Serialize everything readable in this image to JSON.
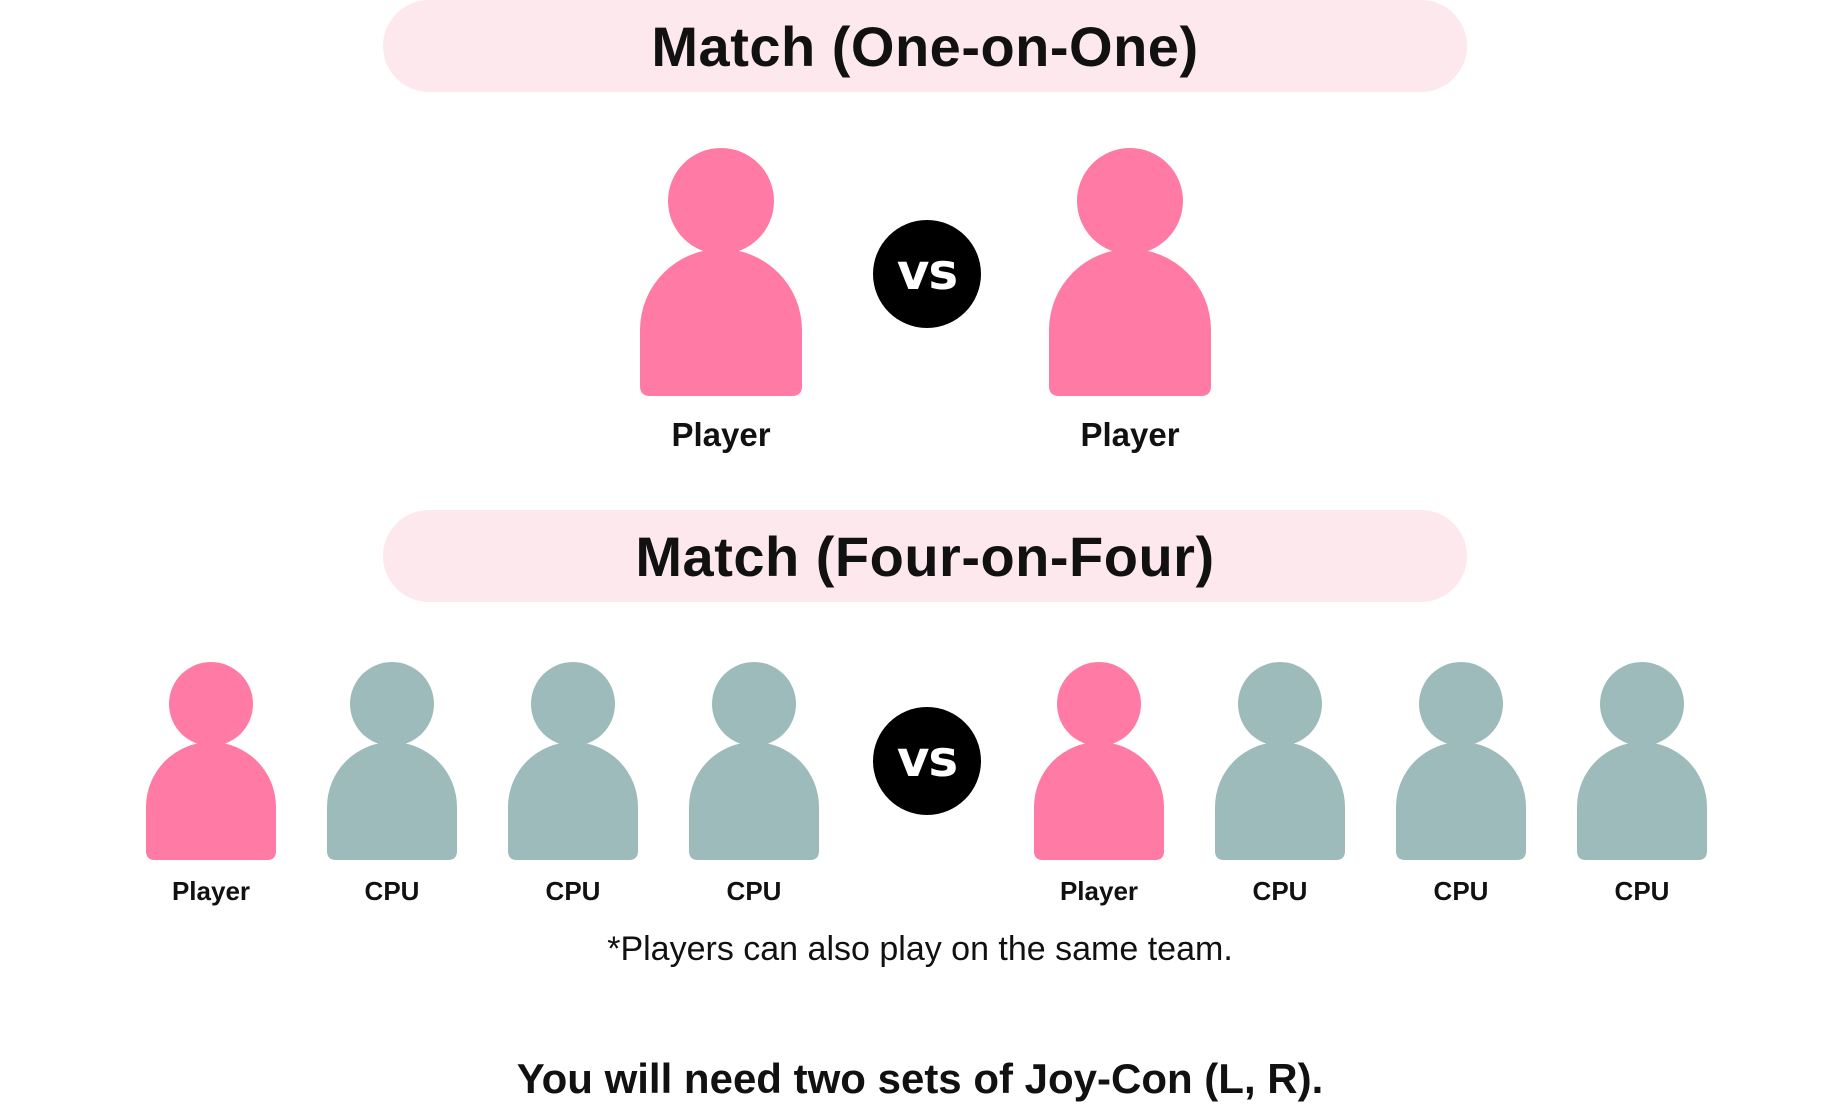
{
  "colors": {
    "player": "#ff7aa4",
    "cpu": "#9dbbba",
    "banner_bg": "#fde8ee"
  },
  "one_on_one": {
    "title": "Match (One-on-One)",
    "vs_label": "vs",
    "left": {
      "label": "Player",
      "role": "player"
    },
    "right": {
      "label": "Player",
      "role": "player"
    }
  },
  "four_on_four": {
    "title": "Match (Four-on-Four)",
    "vs_label": "vs",
    "team_left": [
      {
        "label": "Player",
        "role": "player"
      },
      {
        "label": "CPU",
        "role": "cpu"
      },
      {
        "label": "CPU",
        "role": "cpu"
      },
      {
        "label": "CPU",
        "role": "cpu"
      }
    ],
    "team_right": [
      {
        "label": "Player",
        "role": "player"
      },
      {
        "label": "CPU",
        "role": "cpu"
      },
      {
        "label": "CPU",
        "role": "cpu"
      },
      {
        "label": "CPU",
        "role": "cpu"
      }
    ]
  },
  "note": "*Players can also play on the same team.",
  "footer": "You will need two sets of Joy-Con (L, R)."
}
